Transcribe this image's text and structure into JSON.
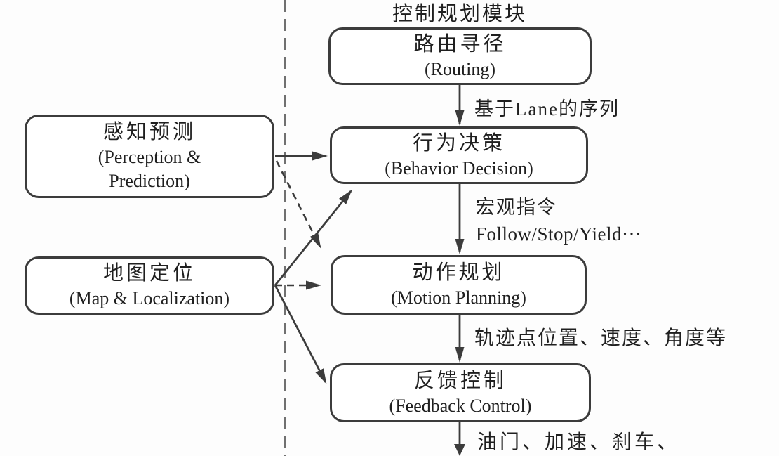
{
  "diagram": {
    "title": "控制规划模块",
    "nodes": {
      "routing": {
        "zh": "路由寻径",
        "en": "(Routing)"
      },
      "behavior": {
        "zh": "行为决策",
        "en": "(Behavior Decision)"
      },
      "motion": {
        "zh": "动作规划",
        "en": "(Motion Planning)"
      },
      "feedback": {
        "zh": "反馈控制",
        "en": "(Feedback Control)"
      },
      "perception": {
        "zh": "感知预测",
        "en_line1": "(Perception &",
        "en_line2": "Prediction)"
      },
      "map": {
        "zh": "地图定位",
        "en": "(Map & Localization)"
      }
    },
    "edge_labels": {
      "routing_to_behavior": "基于Lane的序列",
      "behavior_to_motion_zh": "宏观指令",
      "behavior_to_motion_en": "Follow/Stop/Yield···",
      "motion_to_feedback": "轨迹点位置、速度、角度等",
      "feedback_output": "油门、加速、刹车、"
    },
    "colors": {
      "line": "#3c3c3c",
      "divider": "#707070",
      "text": "#1f1f1f",
      "background": "#fdfdfd"
    }
  }
}
